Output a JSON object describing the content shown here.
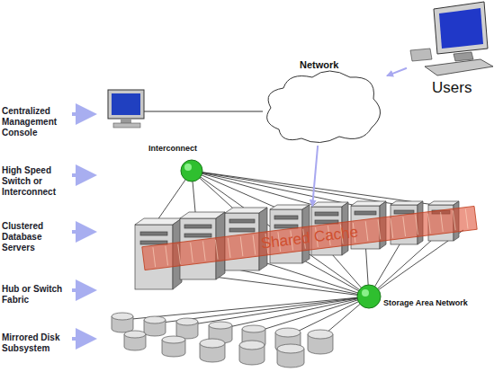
{
  "diagram": {
    "nodes": [
      {
        "text": [
          "Network"
        ]
      },
      {
        "text": [
          "Users"
        ]
      },
      {
        "text": [
          "Interconnect"
        ]
      },
      {
        "text": [
          "Shared Cache"
        ]
      },
      {
        "text": [
          "Storage Area Network"
        ]
      }
    ],
    "edges": [
      {
        "from": 1,
        "to": 0,
        "arrow": "to"
      },
      {
        "from": 0,
        "to": 3,
        "arrow": "to"
      }
    ],
    "labels": [
      "Centralized Management Console",
      "High Speed Switch or Interconnect",
      "Clustered Database Servers",
      "Hub or Switch Fabric",
      "Mirrored Disk Subsystem"
    ]
  }
}
